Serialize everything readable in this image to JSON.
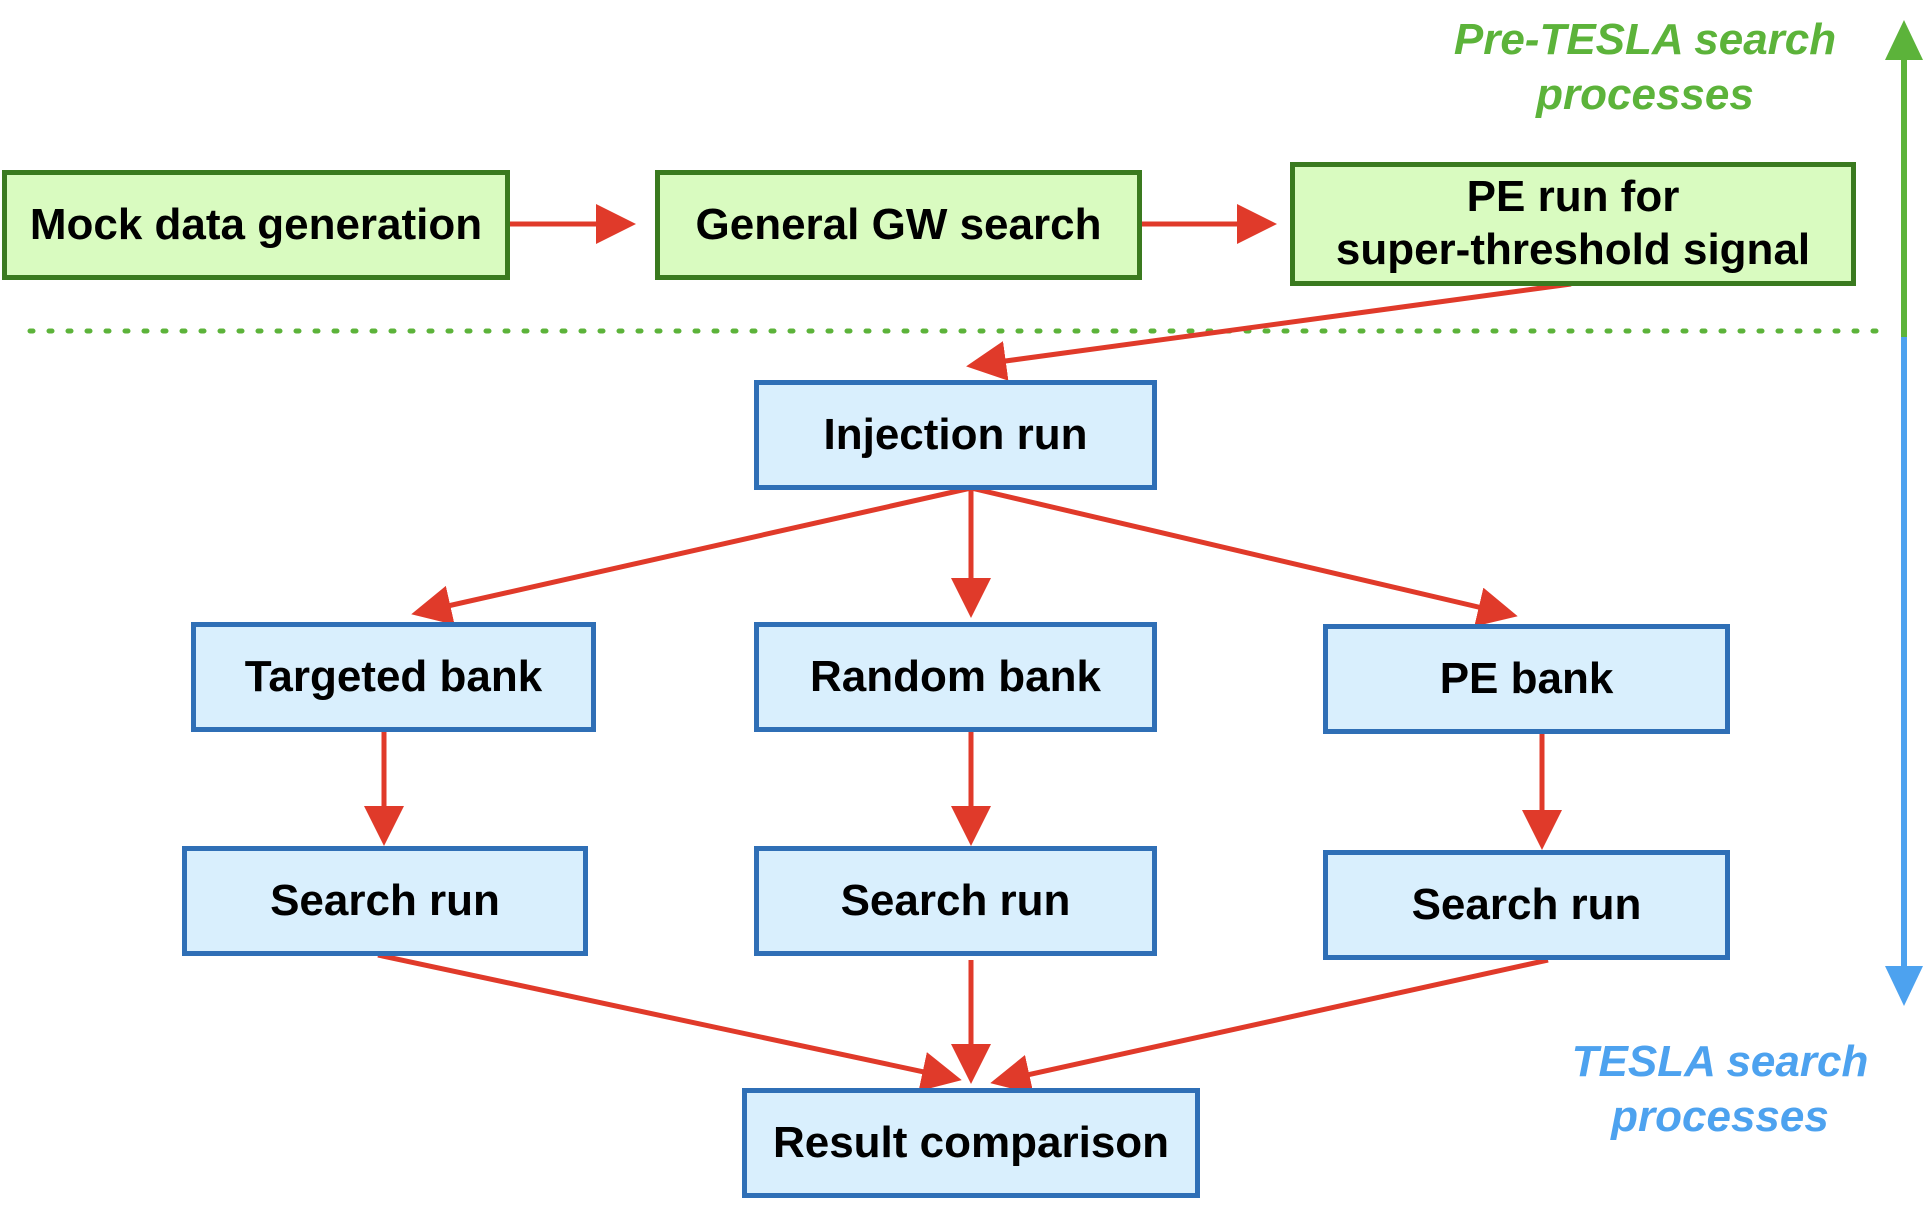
{
  "pre_tesla": {
    "caption_line1": "Pre-TESLA search",
    "caption_line2": "processes",
    "color": "#5cb33a",
    "boxes": {
      "mock_data": "Mock data generation",
      "general_search": "General GW search",
      "pe_run_line1": "PE run for",
      "pe_run_line2": "super-threshold signal"
    }
  },
  "tesla": {
    "caption_line1": "TESLA search",
    "caption_line2": "processes",
    "color": "#4da2ef",
    "boxes": {
      "injection_run": "Injection run",
      "targeted_bank": "Targeted bank",
      "random_bank": "Random bank",
      "pe_bank": "PE bank",
      "search_run_targeted": "Search run",
      "search_run_random": "Search run",
      "search_run_pe": "Search run",
      "result_comparison": "Result comparison"
    }
  },
  "colors": {
    "flow_arrow": "#e03a2a",
    "green_box_fill": "#d9fbc0",
    "green_box_border": "#3a7a1f",
    "blue_box_fill": "#d9effd",
    "blue_box_border": "#2f6fb6",
    "divider": "#5cb33a"
  }
}
